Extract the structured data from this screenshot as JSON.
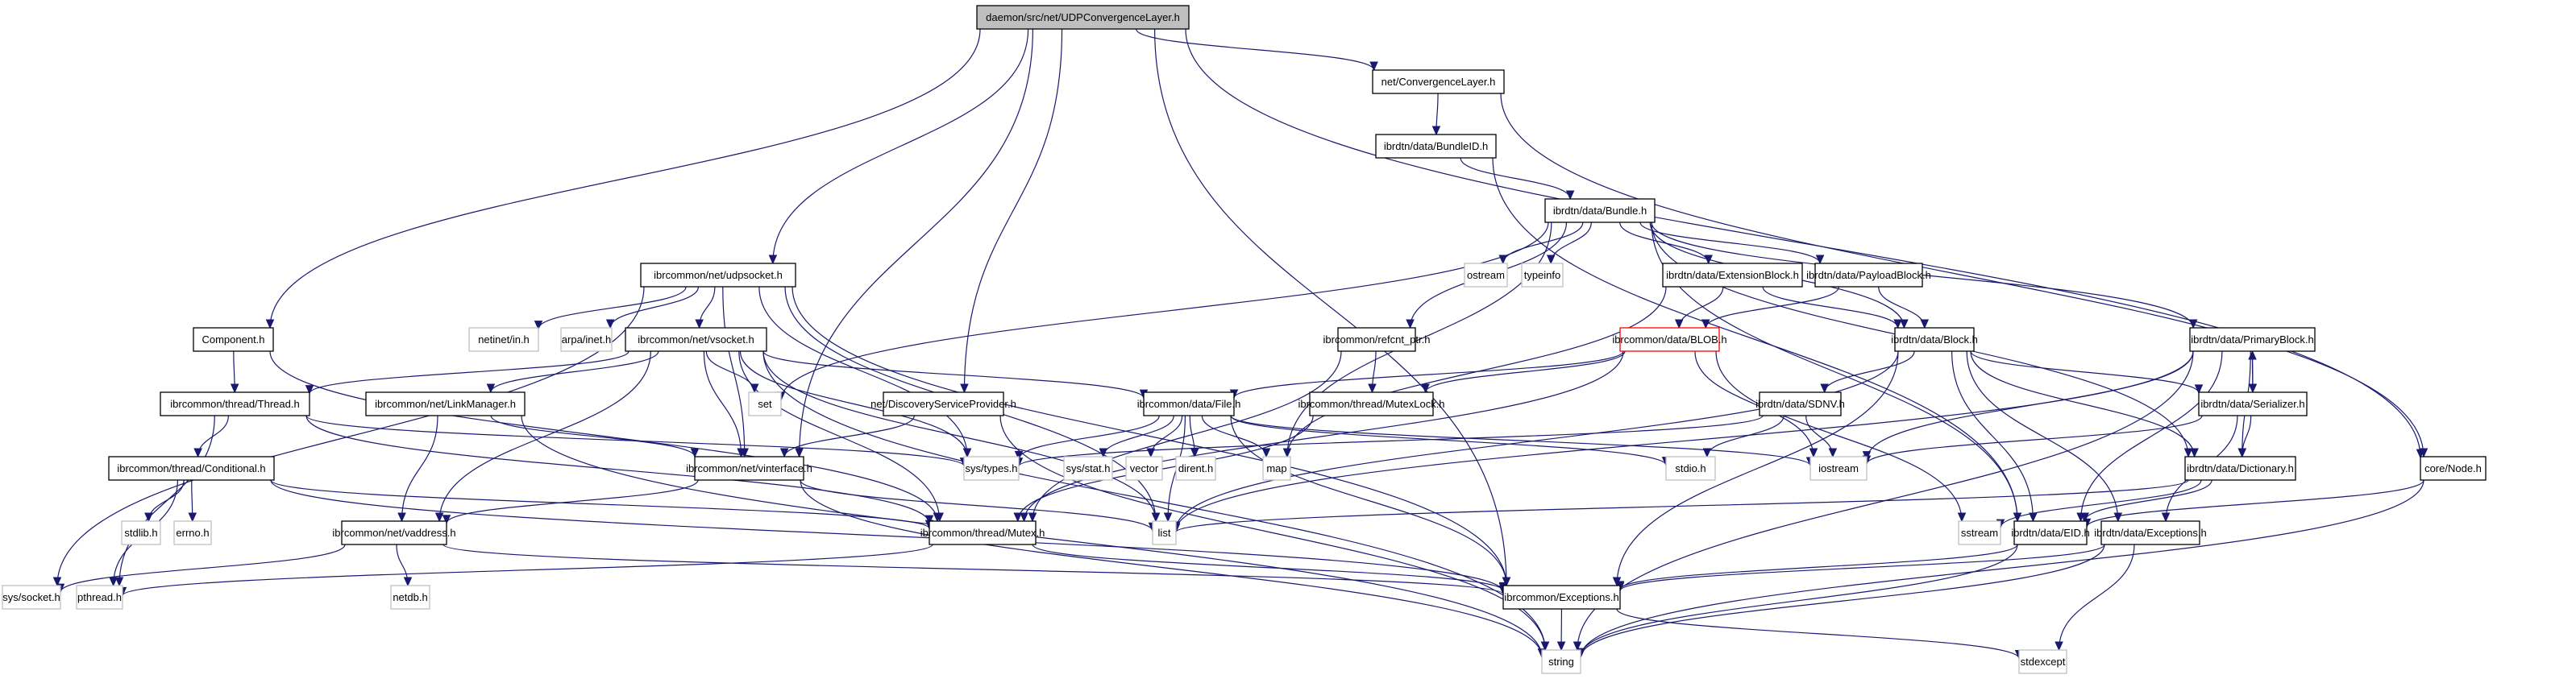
{
  "title": "daemon/src/net/UDPConvergenceLayer.h",
  "colors": {
    "edge": "#191970",
    "local_border": "#000000",
    "system_border": "#bfbfbf",
    "root_fill": "#bfbfbf",
    "highlight_border": "#ff0000"
  },
  "nodes": [
    {
      "id": "udpcl",
      "label": "daemon/src/net/UDPConvergenceLayer.h",
      "kind": "root"
    },
    {
      "id": "convlayer",
      "label": "net/ConvergenceLayer.h",
      "kind": "local"
    },
    {
      "id": "bundleid",
      "label": "ibrdtn/data/BundleID.h",
      "kind": "local"
    },
    {
      "id": "bundle",
      "label": "ibrdtn/data/Bundle.h",
      "kind": "local"
    },
    {
      "id": "udpsocket",
      "label": "ibrcommon/net/udpsocket.h",
      "kind": "local"
    },
    {
      "id": "component",
      "label": "Component.h",
      "kind": "local"
    },
    {
      "id": "netinet",
      "label": "netinet/in.h",
      "kind": "system"
    },
    {
      "id": "arpainet",
      "label": "arpa/inet.h",
      "kind": "system"
    },
    {
      "id": "vsocket",
      "label": "ibrcommon/net/vsocket.h",
      "kind": "local"
    },
    {
      "id": "ostream",
      "label": "ostream",
      "kind": "system"
    },
    {
      "id": "typeinfo",
      "label": "typeinfo",
      "kind": "system"
    },
    {
      "id": "extblock",
      "label": "ibrdtn/data/ExtensionBlock.h",
      "kind": "local"
    },
    {
      "id": "payblock",
      "label": "ibrdtn/data/PayloadBlock.h",
      "kind": "local"
    },
    {
      "id": "refcnt",
      "label": "ibrcommon/refcnt_ptr.h",
      "kind": "local"
    },
    {
      "id": "blob",
      "label": "ibrcommon/data/BLOB.h",
      "kind": "highlight"
    },
    {
      "id": "block",
      "label": "ibrdtn/data/Block.h",
      "kind": "local"
    },
    {
      "id": "primblock",
      "label": "ibrdtn/data/PrimaryBlock.h",
      "kind": "local"
    },
    {
      "id": "thread",
      "label": "ibrcommon/thread/Thread.h",
      "kind": "local"
    },
    {
      "id": "linkmgr",
      "label": "ibrcommon/net/LinkManager.h",
      "kind": "local"
    },
    {
      "id": "set",
      "label": "set",
      "kind": "system"
    },
    {
      "id": "discovery",
      "label": "net/DiscoveryServiceProvider.h",
      "kind": "local"
    },
    {
      "id": "file",
      "label": "ibrcommon/data/File.h",
      "kind": "local"
    },
    {
      "id": "mutexlock",
      "label": "ibrcommon/thread/MutexLock.h",
      "kind": "local"
    },
    {
      "id": "sdnv",
      "label": "ibrdtn/data/SDNV.h",
      "kind": "local"
    },
    {
      "id": "serializer",
      "label": "ibrdtn/data/Serializer.h",
      "kind": "local"
    },
    {
      "id": "conditional",
      "label": "ibrcommon/thread/Conditional.h",
      "kind": "local"
    },
    {
      "id": "vinterface",
      "label": "ibrcommon/net/vinterface.h",
      "kind": "local"
    },
    {
      "id": "systypes",
      "label": "sys/types.h",
      "kind": "system"
    },
    {
      "id": "sysstat",
      "label": "sys/stat.h",
      "kind": "system"
    },
    {
      "id": "vector",
      "label": "vector",
      "kind": "system"
    },
    {
      "id": "dirent",
      "label": "dirent.h",
      "kind": "system"
    },
    {
      "id": "map",
      "label": "map",
      "kind": "system"
    },
    {
      "id": "stdio",
      "label": "stdio.h",
      "kind": "system"
    },
    {
      "id": "iostream",
      "label": "iostream",
      "kind": "system"
    },
    {
      "id": "dictionary",
      "label": "ibrdtn/data/Dictionary.h",
      "kind": "local"
    },
    {
      "id": "node",
      "label": "core/Node.h",
      "kind": "local"
    },
    {
      "id": "stdlib",
      "label": "stdlib.h",
      "kind": "system"
    },
    {
      "id": "errno",
      "label": "errno.h",
      "kind": "system"
    },
    {
      "id": "vaddress",
      "label": "ibrcommon/net/vaddress.h",
      "kind": "local"
    },
    {
      "id": "mutex",
      "label": "ibrcommon/thread/Mutex.h",
      "kind": "local"
    },
    {
      "id": "list",
      "label": "list",
      "kind": "system"
    },
    {
      "id": "sstream",
      "label": "sstream",
      "kind": "system"
    },
    {
      "id": "eid",
      "label": "ibrdtn/data/EID.h",
      "kind": "local"
    },
    {
      "id": "dtnexceptions",
      "label": "ibrdtn/data/Exceptions.h",
      "kind": "local"
    },
    {
      "id": "syssocket",
      "label": "sys/socket.h",
      "kind": "system"
    },
    {
      "id": "pthread",
      "label": "pthread.h",
      "kind": "system"
    },
    {
      "id": "netdb",
      "label": "netdb.h",
      "kind": "system"
    },
    {
      "id": "exceptions",
      "label": "ibrcommon/Exceptions.h",
      "kind": "local"
    },
    {
      "id": "string",
      "label": "string",
      "kind": "system"
    },
    {
      "id": "stdexcept",
      "label": "stdexcept",
      "kind": "system"
    }
  ],
  "edges": [
    [
      "udpcl",
      "convlayer"
    ],
    [
      "udpcl",
      "udpsocket"
    ],
    [
      "udpcl",
      "component"
    ],
    [
      "udpcl",
      "vinterface"
    ],
    [
      "udpcl",
      "discovery"
    ],
    [
      "udpcl",
      "node"
    ],
    [
      "udpcl",
      "exceptions"
    ],
    [
      "convlayer",
      "bundleid"
    ],
    [
      "convlayer",
      "node"
    ],
    [
      "bundleid",
      "bundle"
    ],
    [
      "bundleid",
      "eid"
    ],
    [
      "bundle",
      "set"
    ],
    [
      "bundle",
      "refcnt"
    ],
    [
      "bundle",
      "ostream"
    ],
    [
      "bundle",
      "typeinfo"
    ],
    [
      "bundle",
      "map"
    ],
    [
      "bundle",
      "extblock"
    ],
    [
      "bundle",
      "payblock"
    ],
    [
      "bundle",
      "block"
    ],
    [
      "bundle",
      "primblock"
    ],
    [
      "bundle",
      "eid"
    ],
    [
      "bundle",
      "dictionary"
    ],
    [
      "udpsocket",
      "syssocket"
    ],
    [
      "udpsocket",
      "netinet"
    ],
    [
      "udpsocket",
      "arpainet"
    ],
    [
      "udpsocket",
      "vsocket"
    ],
    [
      "udpsocket",
      "systypes"
    ],
    [
      "udpsocket",
      "vinterface"
    ],
    [
      "udpsocket",
      "exceptions"
    ],
    [
      "udpsocket",
      "list"
    ],
    [
      "component",
      "thread"
    ],
    [
      "component",
      "mutex"
    ],
    [
      "vsocket",
      "thread"
    ],
    [
      "vsocket",
      "linkmgr"
    ],
    [
      "vsocket",
      "set"
    ],
    [
      "vsocket",
      "vaddress"
    ],
    [
      "vsocket",
      "vinterface"
    ],
    [
      "vsocket",
      "mutex"
    ],
    [
      "vsocket",
      "list"
    ],
    [
      "vsocket",
      "string"
    ],
    [
      "vsocket",
      "file"
    ],
    [
      "vsocket",
      "systypes"
    ],
    [
      "extblock",
      "blob"
    ],
    [
      "extblock",
      "block"
    ],
    [
      "extblock",
      "map"
    ],
    [
      "payblock",
      "blob"
    ],
    [
      "payblock",
      "block"
    ],
    [
      "refcnt",
      "mutexlock"
    ],
    [
      "refcnt",
      "mutex"
    ],
    [
      "blob",
      "file"
    ],
    [
      "blob",
      "mutexlock"
    ],
    [
      "blob",
      "iostream"
    ],
    [
      "blob",
      "sstream"
    ],
    [
      "blob",
      "mutex"
    ],
    [
      "block",
      "sdnv"
    ],
    [
      "block",
      "serializer"
    ],
    [
      "block",
      "dictionary"
    ],
    [
      "block",
      "list"
    ],
    [
      "block",
      "eid"
    ],
    [
      "block",
      "dtnexceptions"
    ],
    [
      "block",
      "exceptions"
    ],
    [
      "primblock",
      "serializer"
    ],
    [
      "primblock",
      "dictionary"
    ],
    [
      "primblock",
      "iostream"
    ],
    [
      "primblock",
      "eid"
    ],
    [
      "primblock",
      "string"
    ],
    [
      "primblock",
      "list"
    ],
    [
      "thread",
      "conditional"
    ],
    [
      "thread",
      "pthread"
    ],
    [
      "thread",
      "mutex"
    ],
    [
      "thread",
      "systypes"
    ],
    [
      "linkmgr",
      "vinterface"
    ],
    [
      "linkmgr",
      "vaddress"
    ],
    [
      "linkmgr",
      "string"
    ],
    [
      "discovery",
      "vinterface"
    ],
    [
      "discovery",
      "string"
    ],
    [
      "file",
      "systypes"
    ],
    [
      "file",
      "sysstat"
    ],
    [
      "file",
      "vector"
    ],
    [
      "file",
      "dirent"
    ],
    [
      "file",
      "list"
    ],
    [
      "file",
      "map"
    ],
    [
      "file",
      "stdio"
    ],
    [
      "file",
      "iostream"
    ],
    [
      "file",
      "exceptions"
    ],
    [
      "mutexlock",
      "mutex"
    ],
    [
      "sdnv",
      "stdio"
    ],
    [
      "sdnv",
      "iostream"
    ],
    [
      "sdnv",
      "systypes"
    ],
    [
      "serializer",
      "primblock"
    ],
    [
      "serializer",
      "dictionary"
    ],
    [
      "serializer",
      "iostream"
    ],
    [
      "serializer",
      "dtnexceptions"
    ],
    [
      "conditional",
      "stdlib"
    ],
    [
      "conditional",
      "errno"
    ],
    [
      "conditional",
      "pthread"
    ],
    [
      "conditional",
      "mutex"
    ],
    [
      "conditional",
      "exceptions"
    ],
    [
      "vinterface",
      "vaddress"
    ],
    [
      "vinterface",
      "list"
    ],
    [
      "vinterface",
      "string"
    ],
    [
      "dictionary",
      "eid"
    ],
    [
      "dictionary",
      "sstream"
    ],
    [
      "dictionary",
      "list"
    ],
    [
      "node",
      "eid"
    ],
    [
      "node",
      "string"
    ],
    [
      "vaddress",
      "netdb"
    ],
    [
      "vaddress",
      "syssocket"
    ],
    [
      "vaddress",
      "exceptions"
    ],
    [
      "mutex",
      "exceptions"
    ],
    [
      "mutex",
      "pthread"
    ],
    [
      "eid",
      "exceptions"
    ],
    [
      "eid",
      "string"
    ],
    [
      "dtnexceptions",
      "exceptions"
    ],
    [
      "dtnexceptions",
      "string"
    ],
    [
      "dtnexceptions",
      "stdexcept"
    ],
    [
      "exceptions",
      "string"
    ],
    [
      "exceptions",
      "stdexcept"
    ]
  ]
}
